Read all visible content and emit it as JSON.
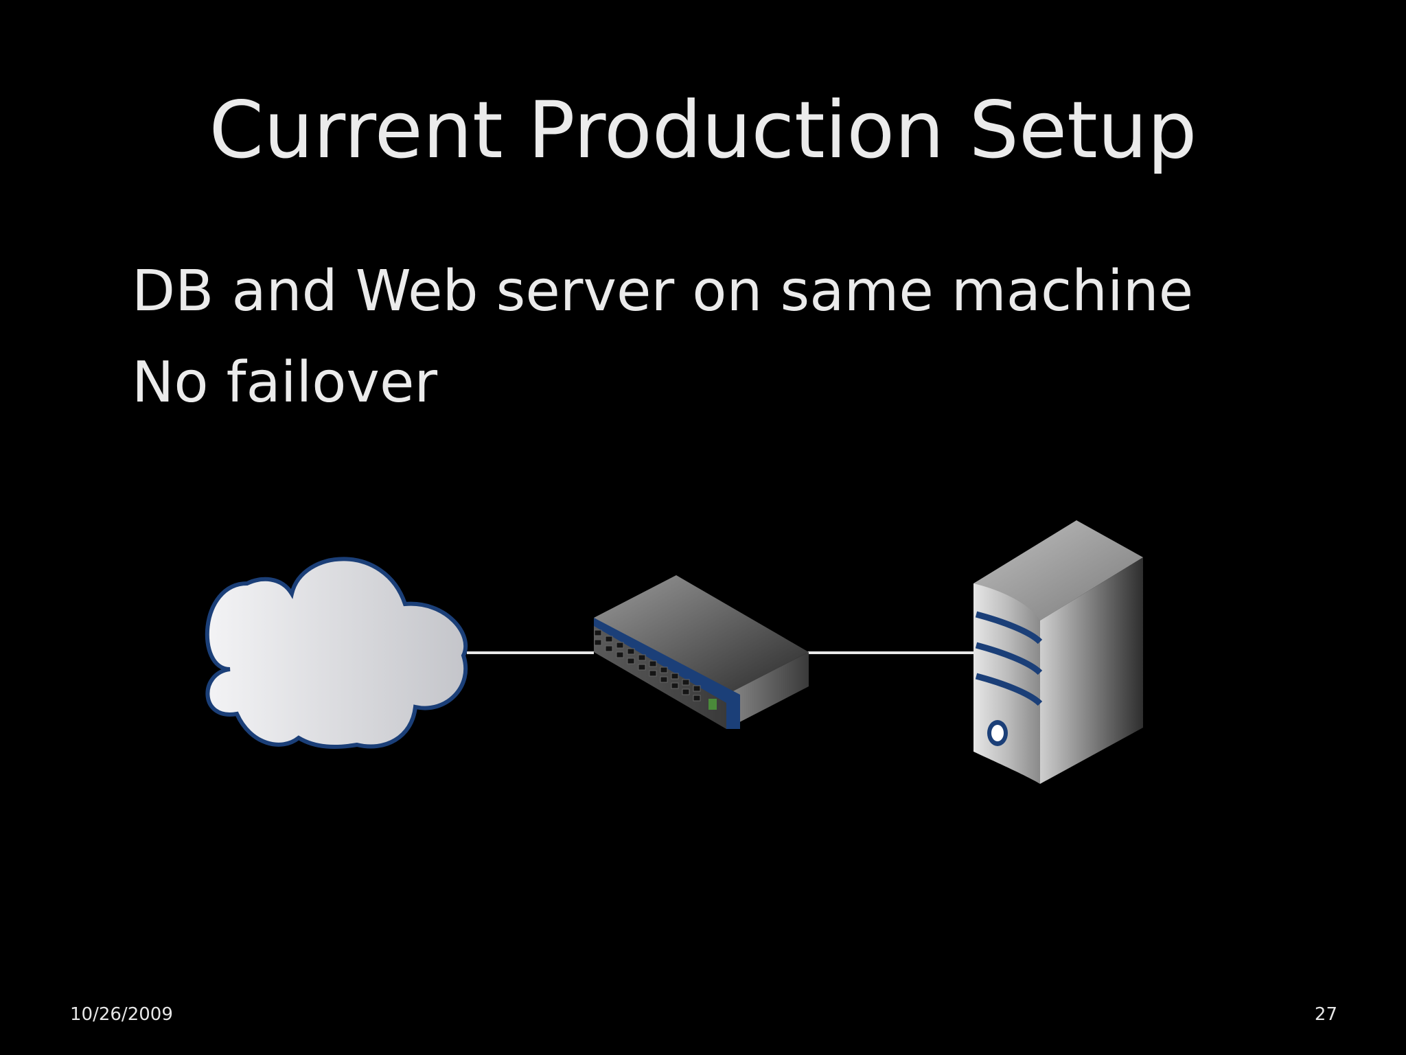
{
  "slide": {
    "title": "Current Production Setup",
    "bullets": [
      "DB and Web server on same machine",
      "No failover"
    ],
    "footer": {
      "date": "10/26/2009",
      "page_number": "27"
    }
  },
  "diagram": {
    "nodes": [
      {
        "id": "internet",
        "icon": "cloud-icon"
      },
      {
        "id": "switch",
        "icon": "network-switch-icon"
      },
      {
        "id": "server",
        "icon": "tower-server-icon"
      }
    ],
    "links": [
      {
        "from": "internet",
        "to": "switch"
      },
      {
        "from": "switch",
        "to": "server"
      }
    ],
    "colors": {
      "background": "#000000",
      "text": "#ebebeb",
      "accent_blue": "#1b3f78",
      "link": "#e8e8e8"
    }
  }
}
